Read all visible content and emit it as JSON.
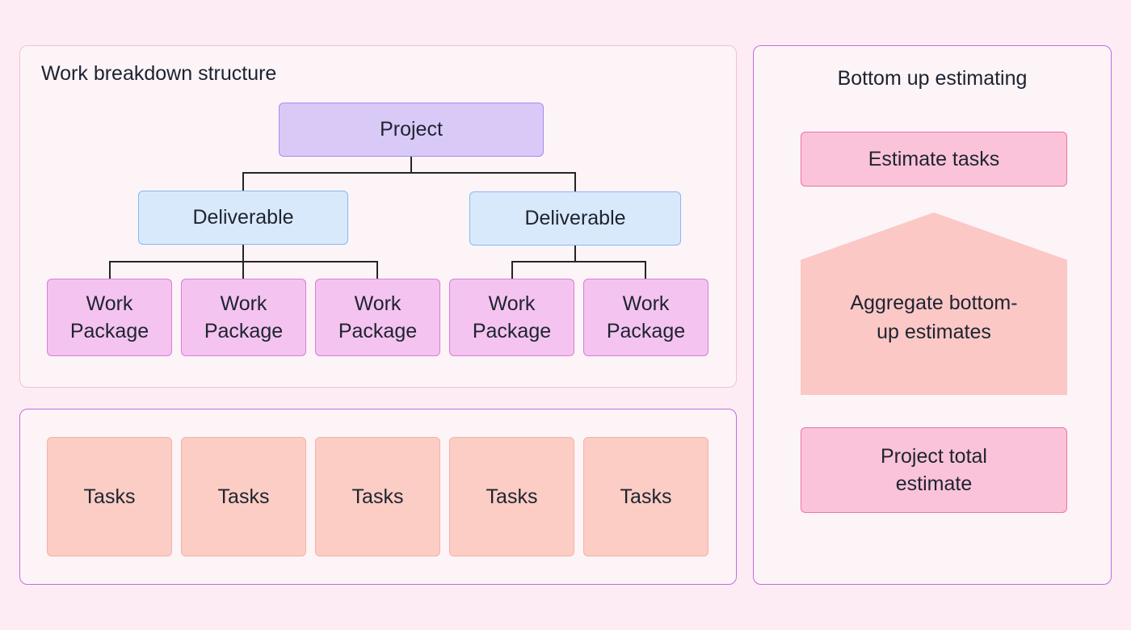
{
  "wbs": {
    "title": "Work breakdown structure",
    "project": "Project",
    "deliverables": [
      "Deliverable",
      "Deliverable"
    ],
    "work_packages": [
      "Work Package",
      "Work Package",
      "Work Package",
      "Work Package",
      "Work Package"
    ]
  },
  "tasks_panel": {
    "tasks": [
      "Tasks",
      "Tasks",
      "Tasks",
      "Tasks",
      "Tasks"
    ]
  },
  "estimating": {
    "title": "Bottom up estimating",
    "estimate_tasks": "Estimate tasks",
    "aggregate": "Aggregate bottom-up estimates",
    "project_total": "Project total estimate"
  },
  "colors": {
    "background": "#fdecf3",
    "project_fill": "#d9c9f7",
    "project_border": "#a78df0",
    "deliverable_fill": "#d9e9fc",
    "deliverable_border": "#8db7ee",
    "work_package_fill": "#f4c3f0",
    "work_package_border": "#d77fd8",
    "task_fill": "#fbcdc4",
    "estimate_fill": "#fbc3d9",
    "estimate_border": "#ee74a8",
    "arrow_fill": "#fbc8c6",
    "connector": "#252525",
    "panel_border_pink": "#efc2da",
    "panel_border_purple": "#c06ee0"
  }
}
